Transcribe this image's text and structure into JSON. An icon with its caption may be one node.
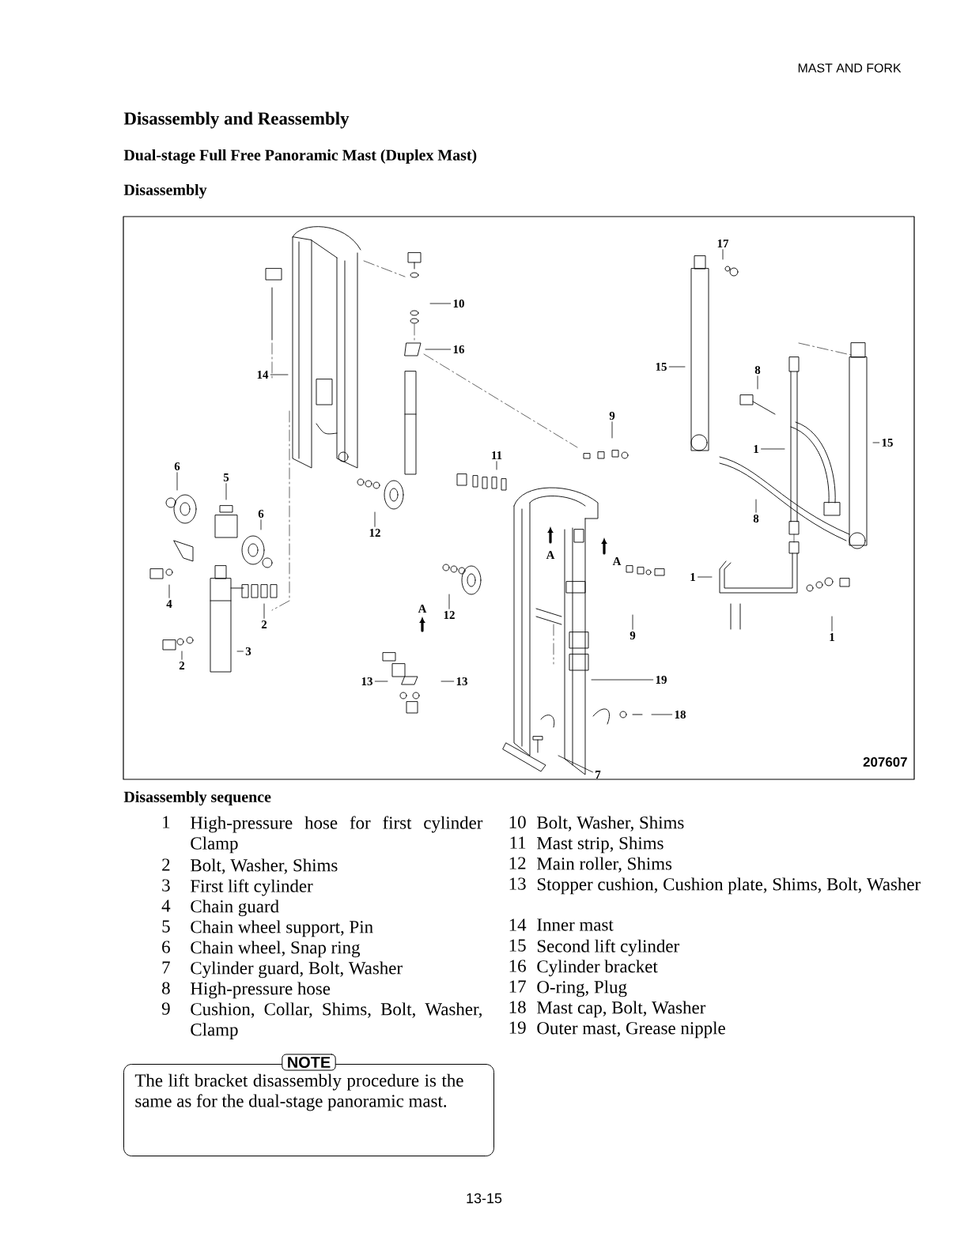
{
  "diagram": {
    "title": "Disassembly and Reassembly",
    "nodes": [
      {
        "text": [
          "10"
        ]
      },
      {
        "text": [
          "16"
        ]
      },
      {
        "text": [
          "14"
        ]
      },
      {
        "text": [
          "6"
        ]
      },
      {
        "text": [
          "5"
        ]
      },
      {
        "text": [
          "6"
        ]
      },
      {
        "text": [
          "11"
        ]
      },
      {
        "text": [
          "9"
        ]
      },
      {
        "text": [
          "12"
        ]
      },
      {
        "text": [
          "12"
        ]
      },
      {
        "text": [
          "4"
        ]
      },
      {
        "text": [
          "2"
        ]
      },
      {
        "text": [
          "2"
        ]
      },
      {
        "text": [
          "3"
        ]
      },
      {
        "text": [
          "13"
        ]
      },
      {
        "text": [
          "13"
        ]
      },
      {
        "text": [
          "17"
        ]
      },
      {
        "text": [
          "15"
        ]
      },
      {
        "text": [
          "8"
        ]
      },
      {
        "text": [
          "1"
        ]
      },
      {
        "text": [
          "15"
        ]
      },
      {
        "text": [
          "8"
        ]
      },
      {
        "text": [
          "1"
        ]
      },
      {
        "text": [
          "1"
        ]
      },
      {
        "text": [
          "9"
        ]
      },
      {
        "text": [
          "19"
        ]
      },
      {
        "text": [
          "18"
        ]
      },
      {
        "text": [
          "7"
        ]
      },
      {
        "text": [
          "NOTE",
          "The lift bracket disassembly procedure is the same as for the dual-stage panoramic mast."
        ]
      }
    ],
    "edges": [
      {
        "from": 0,
        "to": null,
        "arrow": "none"
      },
      {
        "from": 1,
        "to": null,
        "arrow": "none"
      },
      {
        "from": 2,
        "to": null,
        "arrow": "none"
      },
      {
        "from": 3,
        "to": null,
        "arrow": "none"
      },
      {
        "from": 4,
        "to": null,
        "arrow": "none"
      },
      {
        "from": 5,
        "to": null,
        "arrow": "none"
      },
      {
        "from": 6,
        "to": null,
        "arrow": "none"
      },
      {
        "from": 7,
        "to": null,
        "arrow": "none"
      },
      {
        "from": 8,
        "to": null,
        "arrow": "none"
      },
      {
        "from": 9,
        "to": null,
        "arrow": "none"
      },
      {
        "from": 10,
        "to": null,
        "arrow": "none"
      },
      {
        "from": 11,
        "to": null,
        "arrow": "none"
      },
      {
        "from": 12,
        "to": null,
        "arrow": "none"
      },
      {
        "from": 13,
        "to": null,
        "arrow": "none"
      },
      {
        "from": 14,
        "to": null,
        "arrow": "none"
      },
      {
        "from": 15,
        "to": null,
        "arrow": "none"
      },
      {
        "from": 16,
        "to": null,
        "arrow": "none"
      },
      {
        "from": 17,
        "to": null,
        "arrow": "none"
      },
      {
        "from": 18,
        "to": null,
        "arrow": "none"
      },
      {
        "from": 19,
        "to": null,
        "arrow": "none"
      },
      {
        "from": 20,
        "to": null,
        "arrow": "none"
      },
      {
        "from": 21,
        "to": null,
        "arrow": "none"
      },
      {
        "from": 22,
        "to": null,
        "arrow": "none"
      },
      {
        "from": 23,
        "to": null,
        "arrow": "none"
      },
      {
        "from": 24,
        "to": null,
        "arrow": "none"
      },
      {
        "from": 25,
        "to": null,
        "arrow": "none"
      },
      {
        "from": 26,
        "to": null,
        "arrow": "none"
      },
      {
        "from": 27,
        "to": null,
        "arrow": "none"
      }
    ],
    "labels": [
      "MAST AND FORK",
      "Dual-stage Full Free Panoramic Mast (Duplex Mast)",
      "Disassembly",
      "A",
      "A",
      "A",
      "207607",
      "Disassembly sequence",
      "1",
      "High-pressure hose for first cylinder Clamp",
      "2",
      "Bolt, Washer, Shims",
      "3",
      "First lift cylinder",
      "4",
      "Chain guard",
      "5",
      "Chain wheel support, Pin",
      "6",
      "Chain wheel, Snap ring",
      "7",
      "Cylinder guard, Bolt, Washer",
      "8",
      "High-pressure hose",
      "9",
      "Cushion, Collar, Shims, Bolt, Washer, Clamp",
      "10",
      "Bolt, Washer, Shims",
      "11",
      "Mast strip, Shims",
      "12",
      "Main roller, Shims",
      "13",
      "Stopper cushion, Cushion plate, Shims, Bolt, Washer",
      "14",
      "Inner mast",
      "15",
      "Second lift cylinder",
      "16",
      "Cylinder bracket",
      "17",
      "O-ring, Plug",
      "18",
      "Mast cap, Bolt, Washer",
      "19",
      "Outer mast, Grease nipple",
      "13-15"
    ]
  }
}
